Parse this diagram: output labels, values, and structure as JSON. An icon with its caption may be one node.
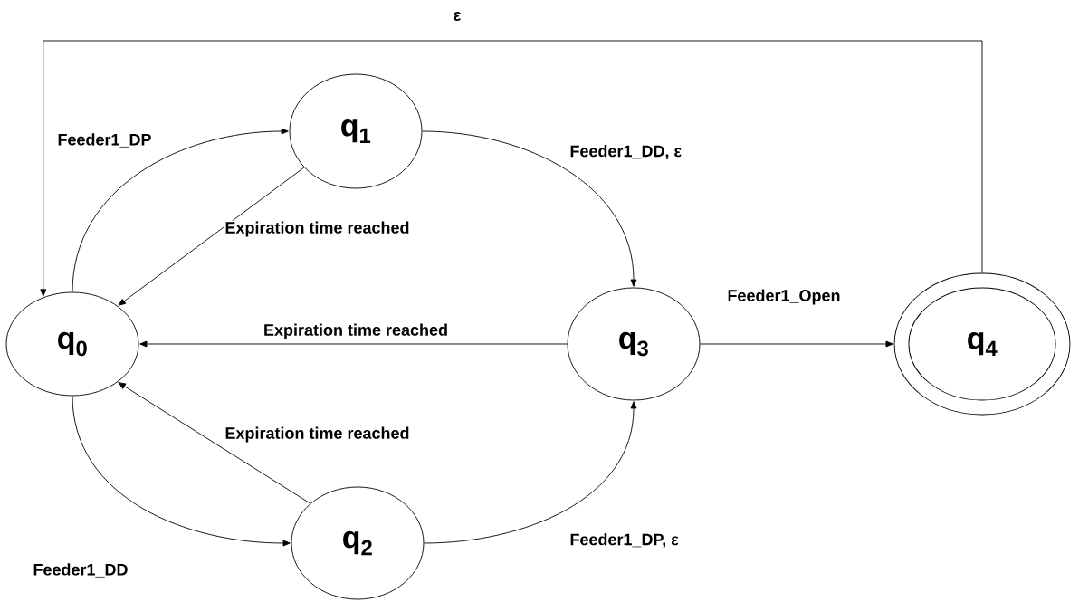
{
  "diagram": {
    "nodes": [
      {
        "text": [
          "q$_{0}$"
        ]
      },
      {
        "text": [
          "q$_{1}$"
        ]
      },
      {
        "text": [
          "q$_{2}$"
        ]
      },
      {
        "text": [
          "q$_{3}$"
        ]
      },
      {
        "text": [
          "q$_{4}$"
        ]
      }
    ],
    "edges": [
      {
        "from": 0,
        "to": 1,
        "arrow": "to",
        "label": "Feeder1_DP"
      },
      {
        "from": 1,
        "to": 0,
        "arrow": "to",
        "label": "Expiration time reached"
      },
      {
        "from": 1,
        "to": 3,
        "arrow": "to",
        "label": "Feeder1_DD, ε"
      },
      {
        "from": 3,
        "to": 0,
        "arrow": "to",
        "label": "Expiration time reached"
      },
      {
        "from": 0,
        "to": 2,
        "arrow": "to",
        "label": "Feeder1_DD"
      },
      {
        "from": 2,
        "to": 0,
        "arrow": "to",
        "label": "Expiration time reached"
      },
      {
        "from": 2,
        "to": 3,
        "arrow": "to",
        "label": "Feeder1_DP, ε"
      },
      {
        "from": 3,
        "to": 4,
        "arrow": "to",
        "label": "Feeder1_Open"
      },
      {
        "from": 4,
        "to": 0,
        "arrow": "to",
        "label": "ε"
      }
    ]
  }
}
